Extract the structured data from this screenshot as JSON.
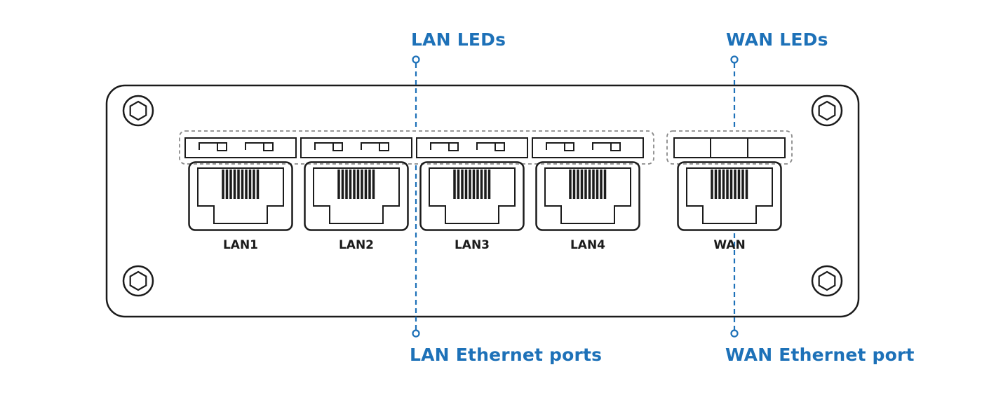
{
  "callouts": {
    "lan_leds": "LAN LEDs",
    "wan_leds": "WAN LEDs",
    "lan_ports": "LAN Ethernet ports",
    "wan_port": "WAN Ethernet port"
  },
  "ports": [
    {
      "label": "LAN1"
    },
    {
      "label": "LAN2"
    },
    {
      "label": "LAN3"
    },
    {
      "label": "LAN4"
    },
    {
      "label": "WAN"
    }
  ],
  "colors": {
    "accent": "#1d71b8",
    "ink": "#1b1b1b",
    "dash": "#8a8a8a",
    "bg": "#ffffff"
  }
}
